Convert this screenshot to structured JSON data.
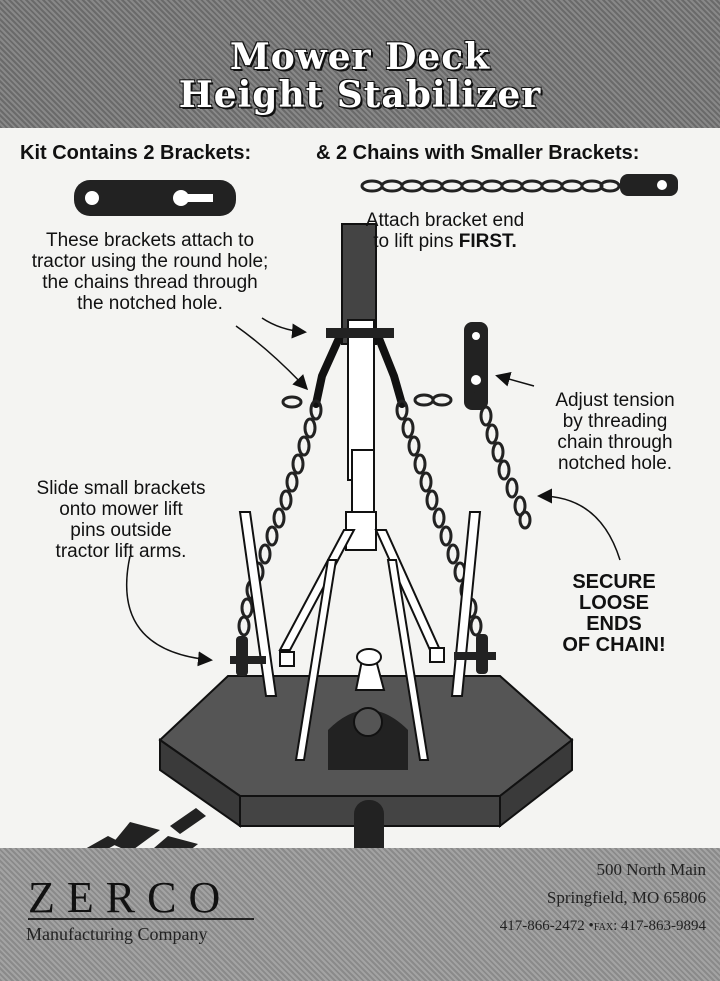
{
  "header": {
    "title_line1": "Mower Deck",
    "title_line2": "Height Stabilizer"
  },
  "kit": {
    "left_label": "Kit Contains 2 Brackets:",
    "right_label": "& 2 Chains with Smaller Brackets:"
  },
  "notes": {
    "attach_bracket": "Attach bracket end",
    "to_lift_pins": "to lift pins",
    "first": "FIRST.",
    "brackets_line1": "These brackets attach to",
    "brackets_line2": "tractor using the round hole;",
    "brackets_line3": "the chains thread through",
    "brackets_line4": "the notched hole.",
    "adjust_line1": "Adjust tension",
    "adjust_line2": "by threading",
    "adjust_line3": "chain through",
    "adjust_line4": "notched hole.",
    "slide_line1": "Slide small brackets",
    "slide_line2": "onto mower lift",
    "slide_line3": "pins outside",
    "slide_line4": "tractor lift arms.",
    "secure_line1": "SECURE",
    "secure_line2": "LOOSE",
    "secure_line3": "ENDS",
    "secure_line4": "OF CHAIN!"
  },
  "company": {
    "name": "ZERCO",
    "subtitle": "Manufacturing Company",
    "address_line1": "500 North Main",
    "address_line2": "Springfield, MO 65806",
    "phone": "417-866-2472",
    "fax_label": "FAX",
    "fax": "417-863-9894"
  }
}
